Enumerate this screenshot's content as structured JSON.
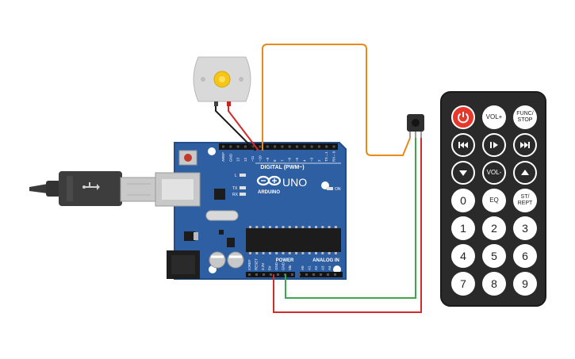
{
  "board": {
    "name": "ARDUINO",
    "model": "UNO",
    "digital_header": "DIGITAL (PWM~)",
    "power_header": "POWER",
    "analog_header": "ANALOG IN",
    "led_l": "L",
    "led_tx": "TX",
    "led_rx": "RX",
    "led_on": "ON",
    "digital_pins": [
      "AREF",
      "GND",
      "13",
      "12",
      "~11",
      "~10",
      "~9",
      "8",
      "7",
      "~6",
      "~5",
      "4",
      "~3",
      "2",
      "TX→1",
      "RX←0"
    ],
    "power_pins": [
      "IOREF",
      "RESET",
      "3.3V",
      "5V",
      "GND",
      "GND",
      "Vin"
    ],
    "analog_pins": [
      "A0",
      "A1",
      "A2",
      "A3",
      "A4",
      "A5"
    ]
  },
  "remote": {
    "keys": [
      {
        "id": "power",
        "label": ""
      },
      {
        "id": "vol-up",
        "label": "VOL+"
      },
      {
        "id": "func-stop",
        "label": "FUNC/\nSTOP"
      },
      {
        "id": "prev",
        "label": ""
      },
      {
        "id": "play-pause",
        "label": ""
      },
      {
        "id": "next",
        "label": ""
      },
      {
        "id": "down",
        "label": ""
      },
      {
        "id": "vol-down",
        "label": "VOL-"
      },
      {
        "id": "up",
        "label": ""
      },
      {
        "id": "zero",
        "label": "0"
      },
      {
        "id": "eq",
        "label": "EQ"
      },
      {
        "id": "st-rept",
        "label": "ST/\nREPT"
      },
      {
        "id": "one",
        "label": "1"
      },
      {
        "id": "two",
        "label": "2"
      },
      {
        "id": "three",
        "label": "3"
      },
      {
        "id": "four",
        "label": "4"
      },
      {
        "id": "five",
        "label": "5"
      },
      {
        "id": "six",
        "label": "6"
      },
      {
        "id": "seven",
        "label": "7"
      },
      {
        "id": "eight",
        "label": "8"
      },
      {
        "id": "nine",
        "label": "9"
      }
    ]
  },
  "colors": {
    "board": "#2e5fa3",
    "wire_orange": "#e88a1a",
    "wire_red": "#d22b2b",
    "wire_green": "#3aa84a",
    "wire_black": "#1a1a1a",
    "remote_body": "#2a2a2a",
    "power_key": "#e8382c"
  }
}
